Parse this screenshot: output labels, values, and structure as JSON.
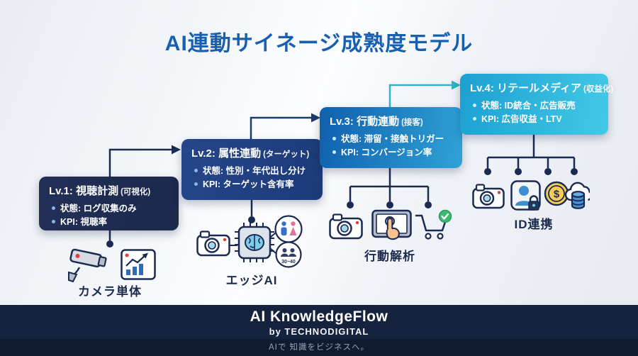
{
  "title": "AI連動サイネージ成熟度モデル",
  "levels": [
    {
      "heading": "Lv.1: 視聴計測",
      "qualifier": "(可視化)",
      "bullets": [
        "状態: ログ収集のみ",
        "KPI: 視聴率"
      ],
      "caption": "カメラ単体",
      "icons": [
        "cctv-camera-icon",
        "analytics-chart-icon"
      ],
      "color_from": "#222f58",
      "color_to": "#1b294c"
    },
    {
      "heading": "Lv.2: 属性連動",
      "qualifier": "(ターゲット)",
      "bullets": [
        "状態: 性別・年代出し分け",
        "KPI: ターゲット含有率"
      ],
      "caption": "エッジAI",
      "age_range": "30~40",
      "icons": [
        "camera-icon",
        "ai-chip-brain-icon",
        "gender-segment-icon",
        "age-segment-icon"
      ],
      "color_from": "#254689",
      "color_to": "#1d3a78"
    },
    {
      "heading": "Lv.3: 行動連動",
      "qualifier": "(接客)",
      "bullets": [
        "状態: 滞留・接触トリガー",
        "KPI: コンバージョン率"
      ],
      "caption": "行動解析",
      "icons": [
        "camera-icon",
        "tablet-touch-icon",
        "cart-check-icon"
      ],
      "color_from": "#1060ae",
      "color_to": "#2fa2d6"
    },
    {
      "heading": "Lv.4: リテールメディア",
      "qualifier": "(収益化)",
      "bullets": [
        "状態: ID統合・広告販売",
        "KPI: 広告収益・LTV"
      ],
      "caption": "ID連携",
      "currency_symbol": "$",
      "icons": [
        "camera-icon",
        "id-lock-icon",
        "coin-icon",
        "cloud-database-icon"
      ],
      "color_from": "#1ba0d2",
      "color_to": "#43c9e6"
    }
  ],
  "footer": {
    "brand": "AI KnowledgeFlow",
    "byline": "by TECHNODIGITAL",
    "tagline": "AIで 知識をビジネスへ。"
  },
  "colors": {
    "title_text": "#1760b0",
    "line": "#1b2a50",
    "arrow_1_2": "#1b2a50",
    "arrow_2_3": "#1d3a6e",
    "arrow_3_4": "#2ab5c9",
    "caption_text": "#1d2b4d",
    "footer_bg": "#15233f",
    "footer_strip_bg": "#0e1b31",
    "background": "#eef1f5"
  }
}
